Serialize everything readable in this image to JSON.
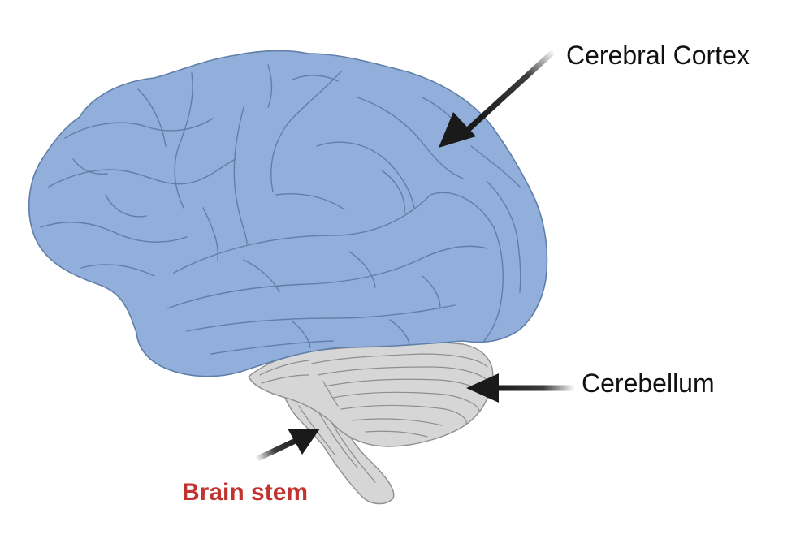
{
  "labels": {
    "cerebral_cortex": "Cerebral Cortex",
    "cerebellum": "Cerebellum",
    "brain_stem": "Brain stem"
  },
  "colors": {
    "cortex_fill": "#92aedb",
    "cortex_stroke": "#5f7fa8",
    "cerebellum_fill": "#d6d6d6",
    "cerebellum_stroke": "#8e8e8e",
    "arrow": "#1a1a1a",
    "brain_stem_label": "#c0332f",
    "label_text": "#111111"
  },
  "icons": {
    "arrow": "arrow-icon"
  }
}
